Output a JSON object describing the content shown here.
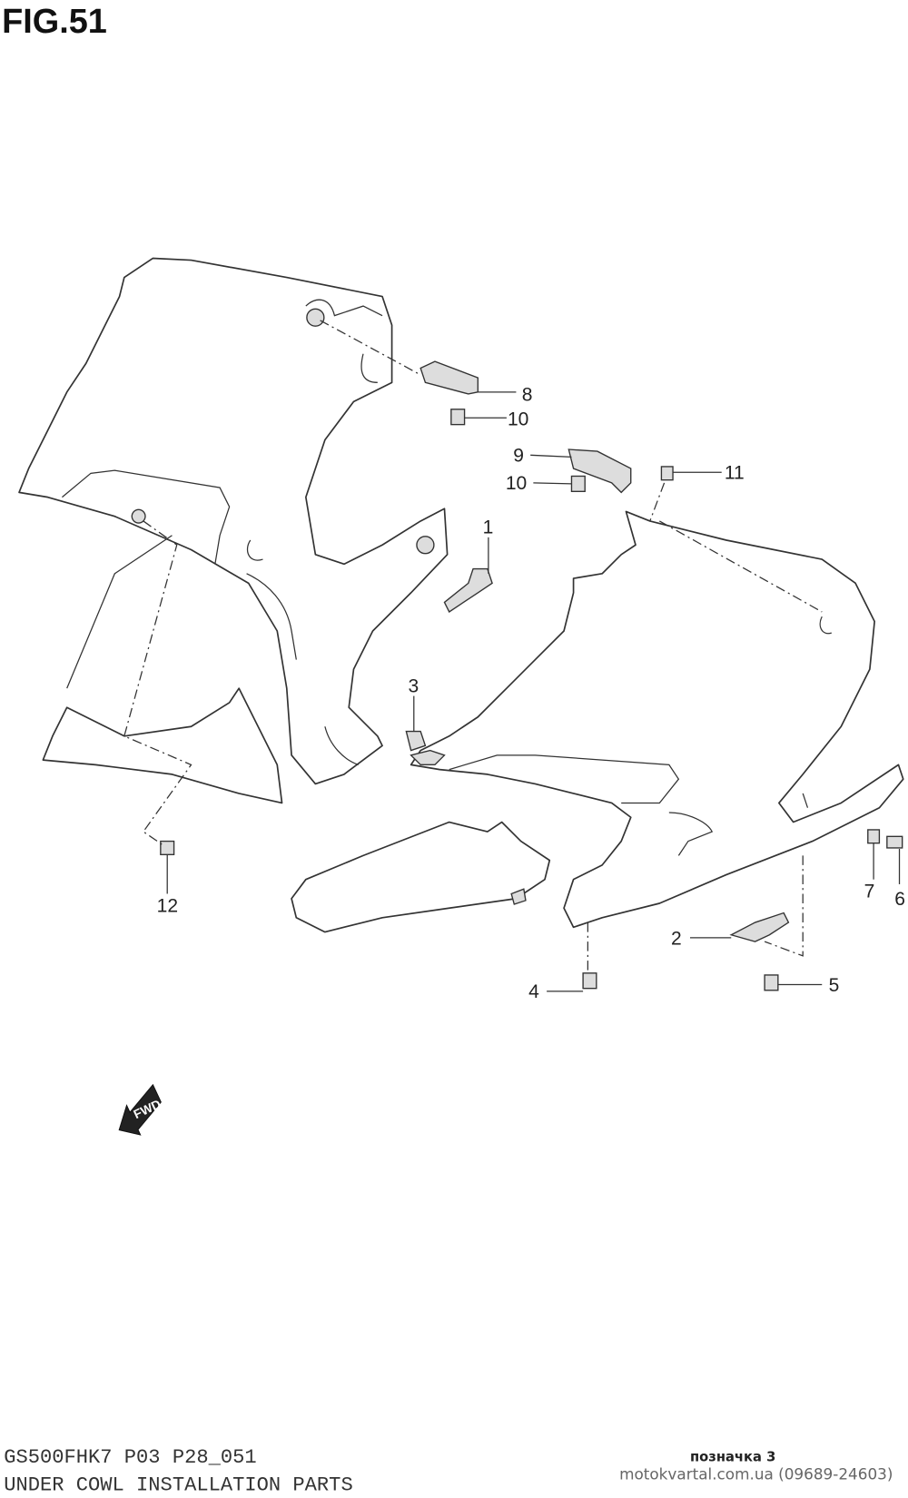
{
  "figure": {
    "title": "FIG.51"
  },
  "callouts": [
    "1",
    "2",
    "3",
    "4",
    "5",
    "6",
    "7",
    "8",
    "9",
    "10",
    "10",
    "11",
    "12"
  ],
  "fwd_label": "FWD",
  "footer": {
    "model_code": "GS500FHK7  P03 P28_051",
    "section_title": "UNDER  COWL  INSTALLATION PARTS",
    "note": "позначка 3",
    "source": "motokvartal.com.ua (09689-24603)"
  }
}
